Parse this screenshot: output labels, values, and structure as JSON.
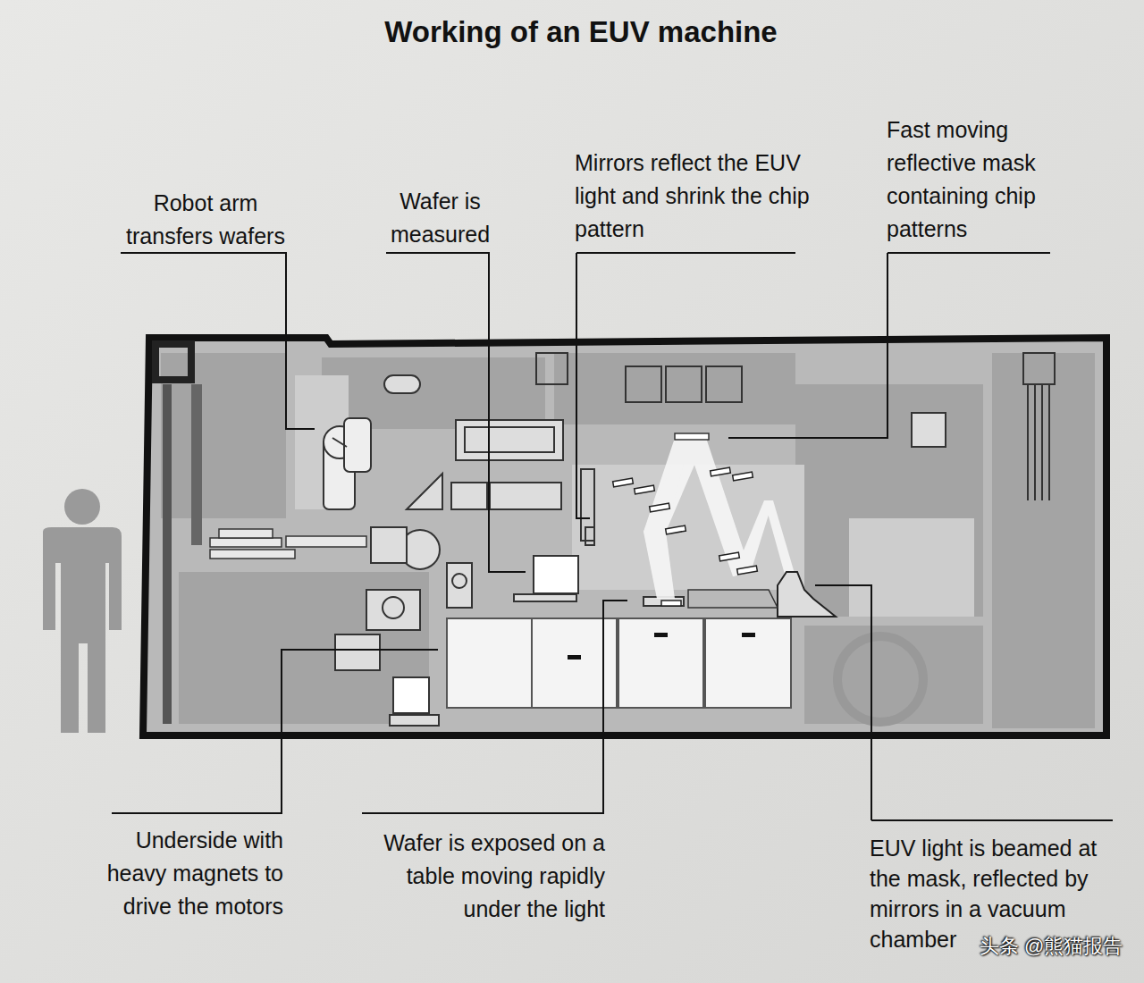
{
  "diagram": {
    "title": "Working of an EUV machine",
    "labels": [
      "Robot arm transfers wafers",
      "Wafer is measured",
      "Mirrors reflect the EUV light and shrink the chip pattern",
      "Fast moving reflective mask containing chip patterns",
      "Underside with heavy magnets to drive the motors",
      "Wafer is exposed on a table moving rapidly under the light",
      "EUV light is beamed at the mask, reflected by mirrors in a vacuum chamber",
      "头条 @熊猫报告"
    ]
  }
}
